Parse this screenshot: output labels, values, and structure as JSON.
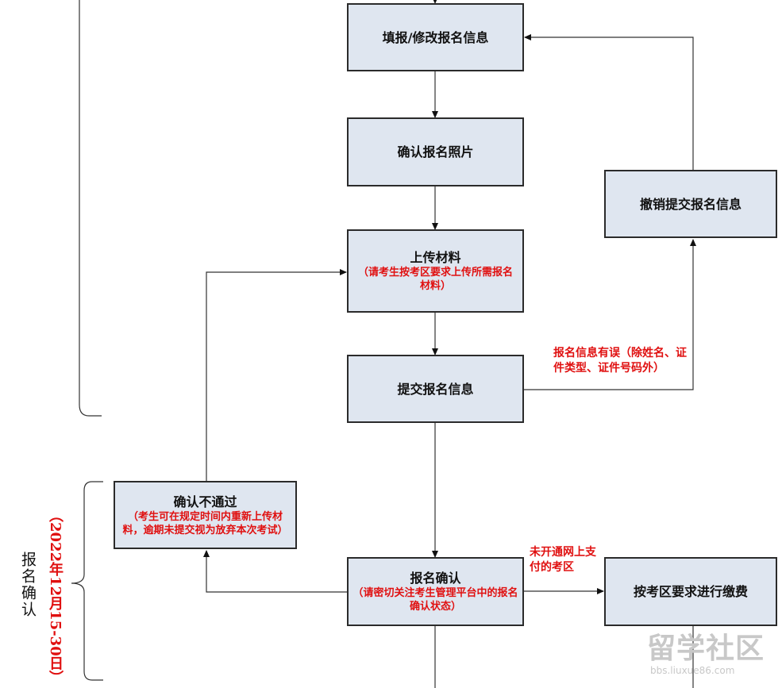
{
  "nodes": {
    "fill_info": {
      "title": "填报/修改报名信息"
    },
    "confirm_photo": {
      "title": "确认报名照片"
    },
    "upload": {
      "title": "上传材料",
      "note": "（请考生按考区要求上传所需报名材料）"
    },
    "submit": {
      "title": "提交报名信息"
    },
    "revoke": {
      "title": "撤销提交报名信息"
    },
    "not_pass": {
      "title": "确认不通过",
      "note": "（考生可在规定时间内重新上传材料，逾期未提交视为放弃本次考试）"
    },
    "confirm": {
      "title": "报名确认",
      "note": "（请密切关注考生管理平台中的报名确认状态）"
    },
    "payment": {
      "title": "按考区要求进行缴费"
    }
  },
  "edge_labels": {
    "error": "报名信息有误（除姓名、证件类型、证件号码外）",
    "no_online_pay": "未开通网上支付的考区"
  },
  "side": {
    "stage_title": "报名确认",
    "stage_date": "（2022年12月15-30日）"
  },
  "watermark": {
    "logo": "留学社区",
    "url": "bbs.liuxue86.com"
  },
  "colors": {
    "box_fill": "#dfe6f0",
    "box_border": "#2b2b2b",
    "note_red": "#e01010",
    "line": "#333333"
  }
}
